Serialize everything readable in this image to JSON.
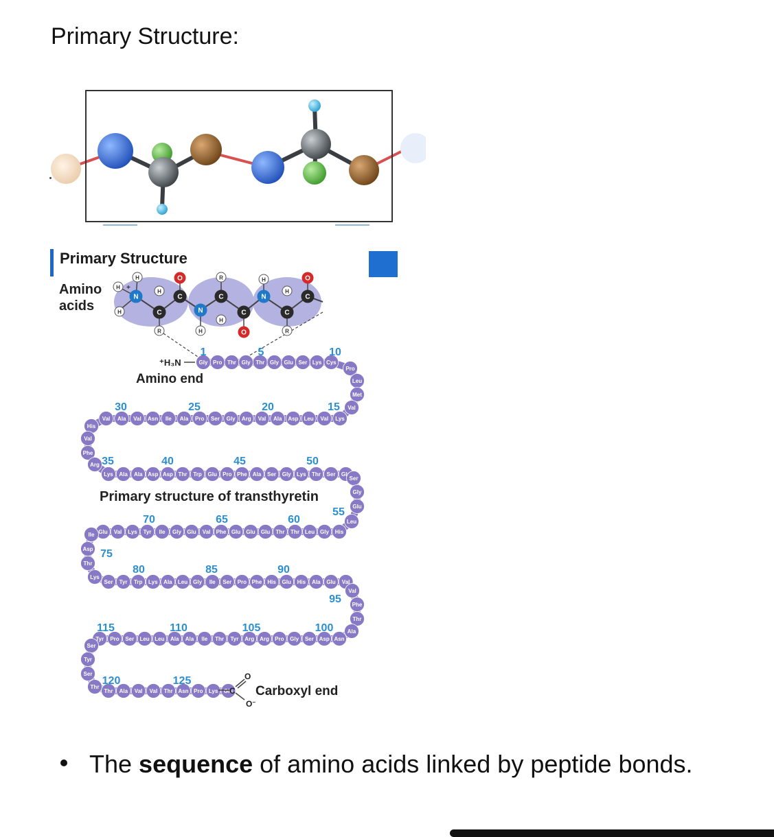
{
  "slide": {
    "title": "Primary Structure:",
    "bullet": {
      "prefix": "The ",
      "bold": "sequence",
      "suffix": " of amino acids linked by peptide bonds."
    }
  },
  "figure": {
    "header": "Primary Structure",
    "amino_label_line1": "Amino",
    "amino_label_line2": "acids",
    "amino_end_label": "Amino end",
    "amino_end_prefix": "+H3N",
    "carboxyl_end_label": "Carboxyl end",
    "chain_caption": "Primary structure of transthyretin",
    "atom_labels": {
      "H": "H",
      "N": "N",
      "C": "C",
      "O": "O",
      "R": "R"
    },
    "sequence": [
      "Gly",
      "Pro",
      "Thr",
      "Gly",
      "Thr",
      "Gly",
      "Glu",
      "Ser",
      "Lys",
      "Cys",
      "Pro",
      "Leu",
      "Met",
      "Val",
      "Lys",
      "Val",
      "Leu",
      "Asp",
      "Ala",
      "Val",
      "Arg",
      "Gly",
      "Ser",
      "Pro",
      "Ala",
      "Ile",
      "Asn",
      "Val",
      "Ala",
      "Val",
      "His",
      "Val",
      "Phe",
      "Arg",
      "Lys",
      "Ala",
      "Ala",
      "Asp",
      "Asp",
      "Thr",
      "Trp",
      "Glu",
      "Pro",
      "Phe",
      "Ala",
      "Ser",
      "Gly",
      "Lys",
      "Thr",
      "Ser",
      "Glu",
      "Ser",
      "Gly",
      "Glu",
      "Leu",
      "His",
      "Gly",
      "Leu",
      "Thr",
      "Thr",
      "Glu",
      "Glu",
      "Glu",
      "Phe",
      "Val",
      "Glu",
      "Gly",
      "Ile",
      "Tyr",
      "Lys",
      "Val",
      "Glu",
      "Ile",
      "Asp",
      "Thr",
      "Lys",
      "Ser",
      "Tyr",
      "Trp",
      "Lys",
      "Ala",
      "Leu",
      "Gly",
      "Ile",
      "Ser",
      "Pro",
      "Phe",
      "His",
      "Glu",
      "His",
      "Ala",
      "Glu",
      "Val",
      "Val",
      "Phe",
      "Thr",
      "Ala",
      "Asn",
      "Asp",
      "Ser",
      "Gly",
      "Pro",
      "Arg",
      "Arg",
      "Tyr",
      "Thr",
      "Ile",
      "Ala",
      "Ala",
      "Leu",
      "Leu",
      "Ser",
      "Pro",
      "Tyr",
      "Ser",
      "Tyr",
      "Ser",
      "Thr",
      "Thr",
      "Ala",
      "Val",
      "Val",
      "Thr",
      "Asn",
      "Pro",
      "Lys",
      "Glu"
    ],
    "position_labels": [
      "1",
      "5",
      "10",
      "15",
      "20",
      "25",
      "30",
      "35",
      "40",
      "45",
      "50",
      "55",
      "60",
      "65",
      "70",
      "75",
      "80",
      "85",
      "90",
      "95",
      "100",
      "105",
      "110",
      "115",
      "120",
      "125"
    ],
    "colors": {
      "residue_fill": "#8779c6",
      "residue_text": "#ffffff",
      "number_text": "#2b8fd0",
      "nitrogen": "#1f78c8",
      "oxygen": "#d42a2a",
      "carbon": "#2a2a2a",
      "group_fill": "#b3b2e0"
    }
  },
  "model": {
    "colors": {
      "nitrogen_sphere": "#3f78d8",
      "carbon_sphere": "#6e7478",
      "r_group_sphere": "#6cbf52",
      "hydrogen_sphere": "#5bc7e8",
      "carbonyl_sphere": "#9c6a34",
      "bond": "#d85050"
    }
  }
}
